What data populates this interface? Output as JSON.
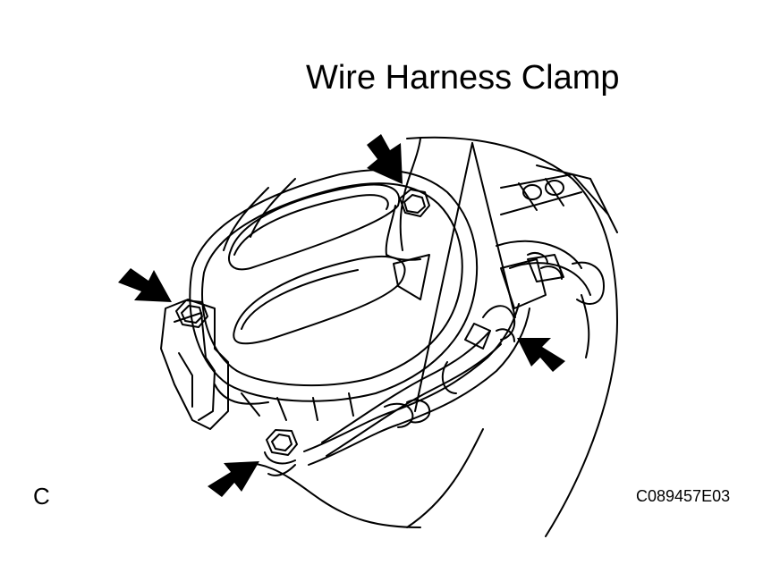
{
  "callout": {
    "label": "Wire Harness Clamp"
  },
  "corner_letter": "C",
  "figure_code": "C089457E03",
  "colors": {
    "ink": "#000000",
    "paper": "#ffffff"
  },
  "arrows": {
    "count": 4,
    "target": "bolt"
  }
}
